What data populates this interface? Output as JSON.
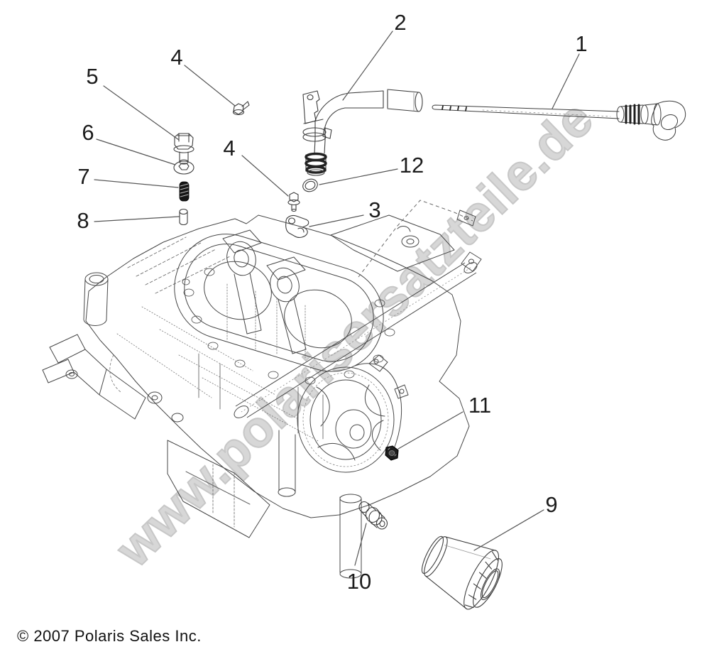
{
  "diagram": {
    "watermark": "www.polarisersatzteile.de",
    "copyright": "© 2007 Polaris Sales Inc."
  },
  "callouts": [
    {
      "id": "1",
      "label": "1"
    },
    {
      "id": "2",
      "label": "2"
    },
    {
      "id": "3",
      "label": "3"
    },
    {
      "id": "4a",
      "label": "4"
    },
    {
      "id": "4b",
      "label": "4"
    },
    {
      "id": "5",
      "label": "5"
    },
    {
      "id": "6",
      "label": "6"
    },
    {
      "id": "7",
      "label": "7"
    },
    {
      "id": "8",
      "label": "8"
    },
    {
      "id": "9",
      "label": "9"
    },
    {
      "id": "10",
      "label": "10"
    },
    {
      "id": "11",
      "label": "11"
    },
    {
      "id": "12",
      "label": "12"
    }
  ]
}
